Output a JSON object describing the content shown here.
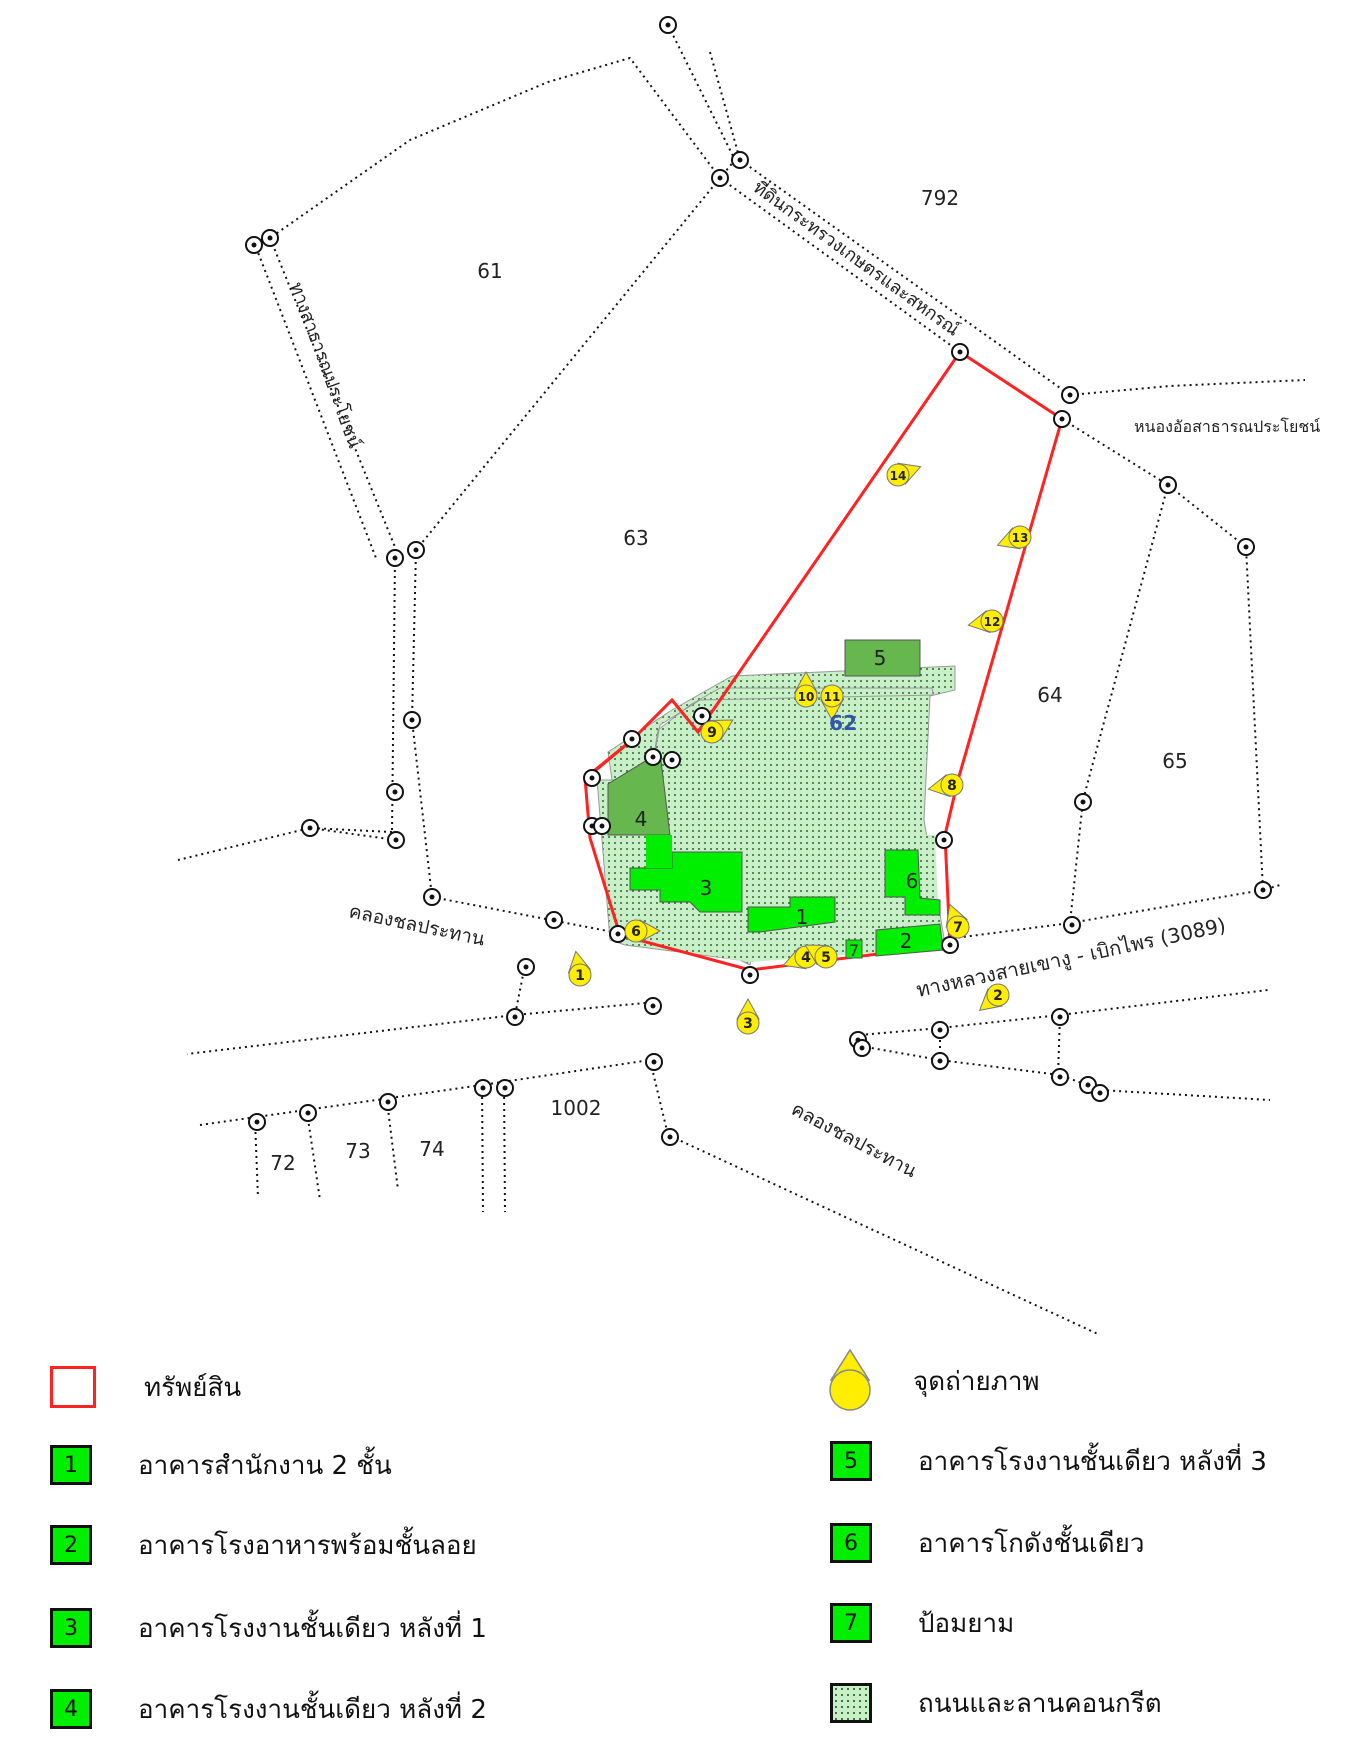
{
  "colors": {
    "property": "#ff2222",
    "building": "#00ee00",
    "building_dark": "#66b84e",
    "concrete": "#c9efc9",
    "marker": "#ffee00"
  },
  "lots": {
    "lot_61": "61",
    "lot_63": "63",
    "lot_792": "792",
    "lot_62": "62",
    "lot_64": "64",
    "lot_65": "65",
    "lot_1002": "1002",
    "lot_72": "72",
    "lot_73": "73",
    "lot_74": "74"
  },
  "map_labels": {
    "public_path": "ทางสาธารณประโยชน์",
    "agri_land": "ที่ดินกระทรวงเกษตรและสหกรณ์",
    "pond": "หนองอัอสาธารณประโยชน์",
    "canal": "คลองชลประทาน",
    "highway": "ทางหลวงสายเขางู - เบิกไพร (3089)"
  },
  "buildings": {
    "b1": "1",
    "b2": "2",
    "b3": "3",
    "b4": "4",
    "b5": "5",
    "b6": "6",
    "b7": "7"
  },
  "photo_points": [
    "1",
    "2",
    "3",
    "4",
    "5",
    "6",
    "7",
    "8",
    "9",
    "10",
    "11",
    "12",
    "13",
    "14"
  ],
  "legend": {
    "property": "ทรัพย์สิน",
    "b1_num": "1",
    "b1": "อาคารสำนักงาน 2 ชั้น",
    "b2_num": "2",
    "b2": "อาคารโรงอาหารพร้อมชั้นลอย",
    "b3_num": "3",
    "b3": "อาคารโรงงานชั้นเดียว หลังที่ 1",
    "b4_num": "4",
    "b4": "อาคารโรงงานชั้นเดียว หลังที่ 2",
    "photo": "จุดถ่ายภาพ",
    "b5_num": "5",
    "b5": "อาคารโรงงานชั้นเดียว หลังที่ 3",
    "b6_num": "6",
    "b6": "อาคารโกดังชั้นเดียว",
    "b7_num": "7",
    "b7": "ป้อมยาม",
    "concrete": "ถนนและลานคอนกรีต"
  }
}
